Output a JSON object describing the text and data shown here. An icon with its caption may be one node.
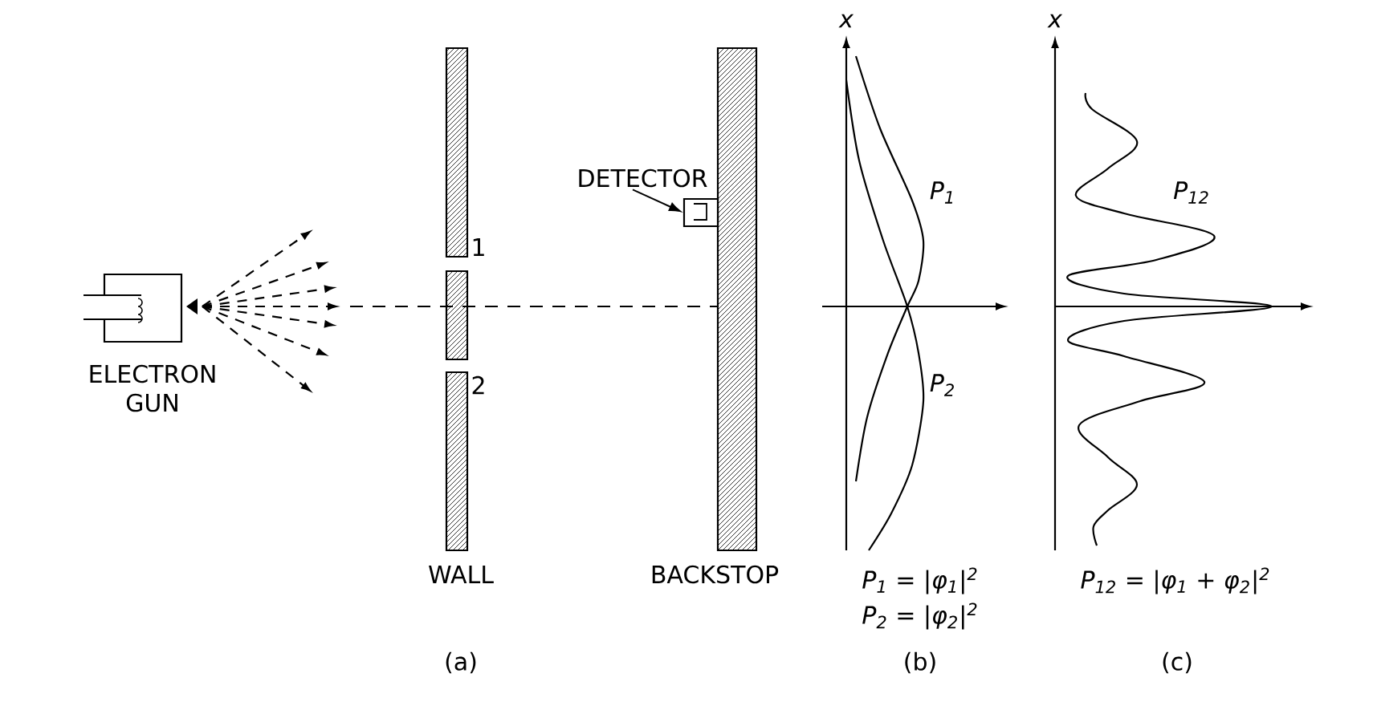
{
  "diagram": {
    "nodes": [
      {
        "text": [
          "DETECTOR"
        ]
      },
      {
        "text": [],
        "shape": "box"
      }
    ],
    "edges": [
      {
        "from": 0,
        "to": 1,
        "arrow": "to"
      }
    ],
    "labels": [
      "ELECTRON GUN",
      "1",
      "2",
      "WALL",
      "BACKSTOP",
      "x",
      "x",
      "P$_{1}$",
      "P$_{2}$",
      "P$_{12}$",
      "P$_{1}$ = |φ$_{1}$|$^{2}$",
      "P$_{2}$ = |φ$_{2}$|$^{2}$",
      "P$_{12}$ = |φ$_{1}$ + φ$_{2}$|$^{2}$",
      "(a)",
      "(b)",
      "(c)"
    ]
  }
}
